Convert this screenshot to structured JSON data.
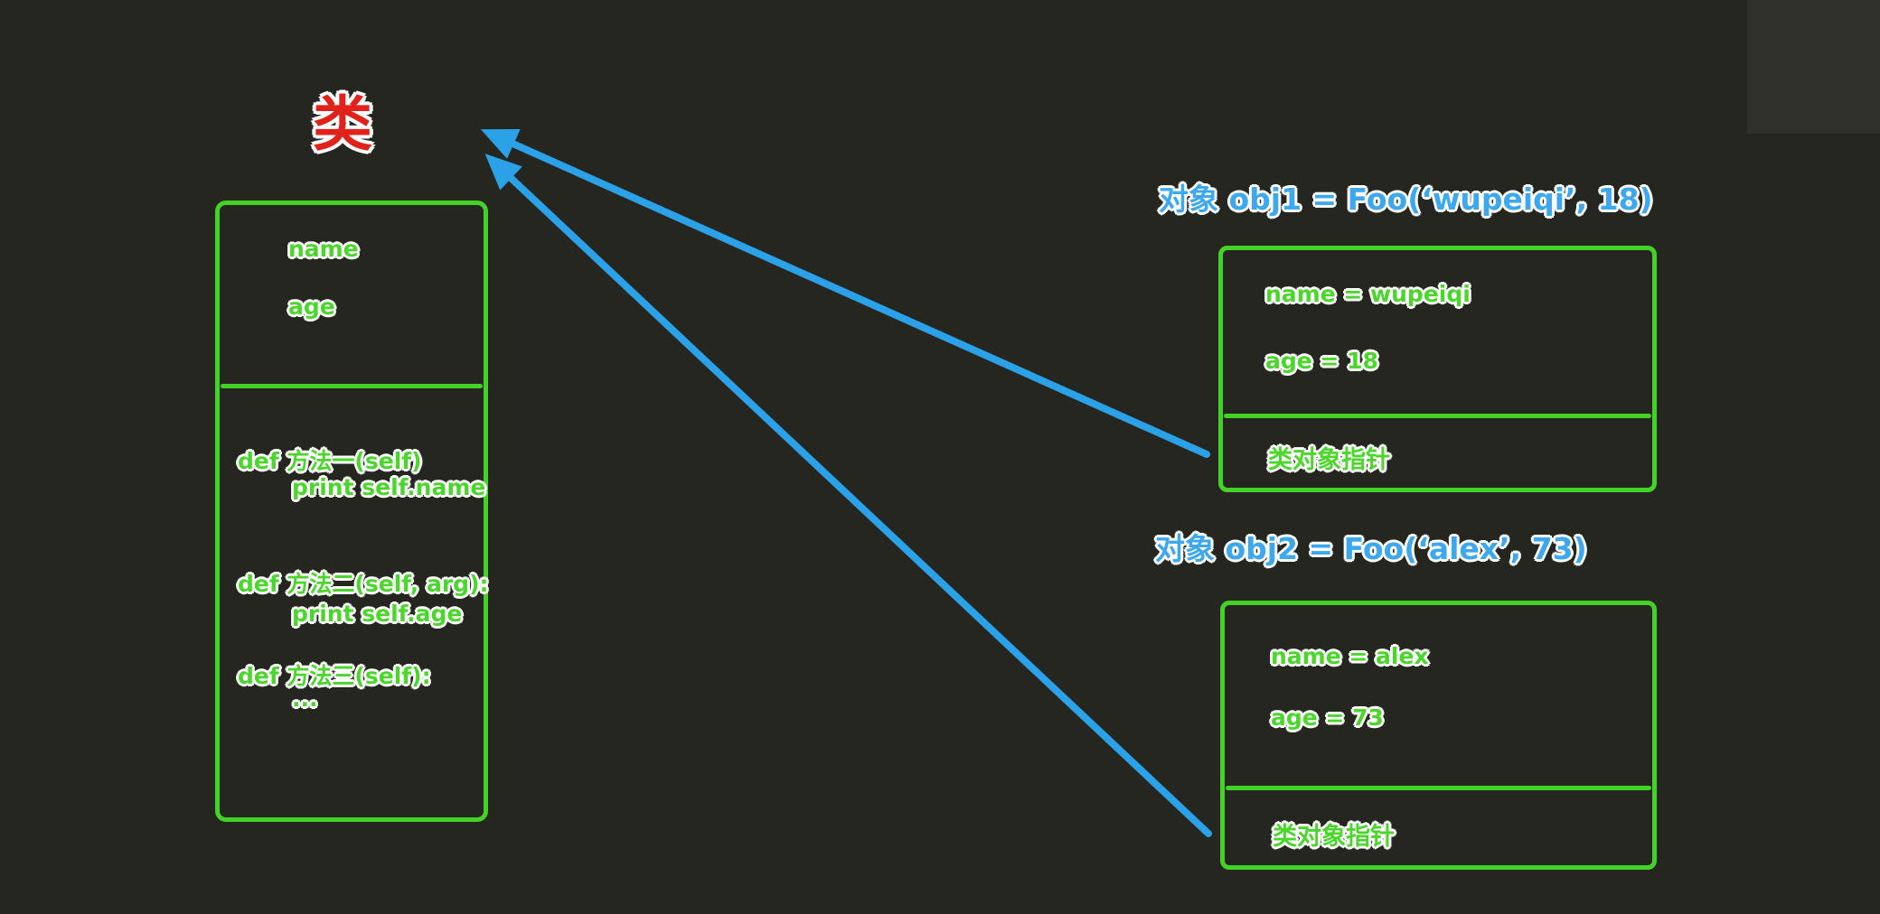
{
  "diagram": {
    "class_label": "类",
    "class_panel": {
      "attributes": [
        "name",
        "age"
      ],
      "methods": [
        {
          "def": "def  方法一(self)",
          "body": "print self.name"
        },
        {
          "def": "def 方法二(self, arg):",
          "body": "print self.age"
        },
        {
          "def": "def  方法三(self):",
          "body": "..."
        }
      ]
    },
    "objects": [
      {
        "title": "对象 obj1 = Foo(‘wupeiqi’, 18)",
        "fields": [
          "name = wupeiqi",
          "age = 18"
        ],
        "pointer_label": "类对象指针",
        "arrow": {
          "from": "obj1-pointer-row",
          "to": "class-label"
        }
      },
      {
        "title": "对象 obj2 = Foo(‘alex’, 73)",
        "fields": [
          "name = alex",
          "age = 73"
        ],
        "pointer_label": "类对象指针",
        "arrow": {
          "from": "obj2-pointer-row",
          "to": "class-label"
        }
      }
    ],
    "colors": {
      "background": "#262621",
      "corner_rect": "#31312c",
      "panel_border_green": "#43d226",
      "text_green": "#4ad62b",
      "arrow_blue": "#2ba1e8",
      "title_blue": "#3ea8ef",
      "class_red": "#e0221a",
      "outline_white": "#ffffff"
    }
  }
}
